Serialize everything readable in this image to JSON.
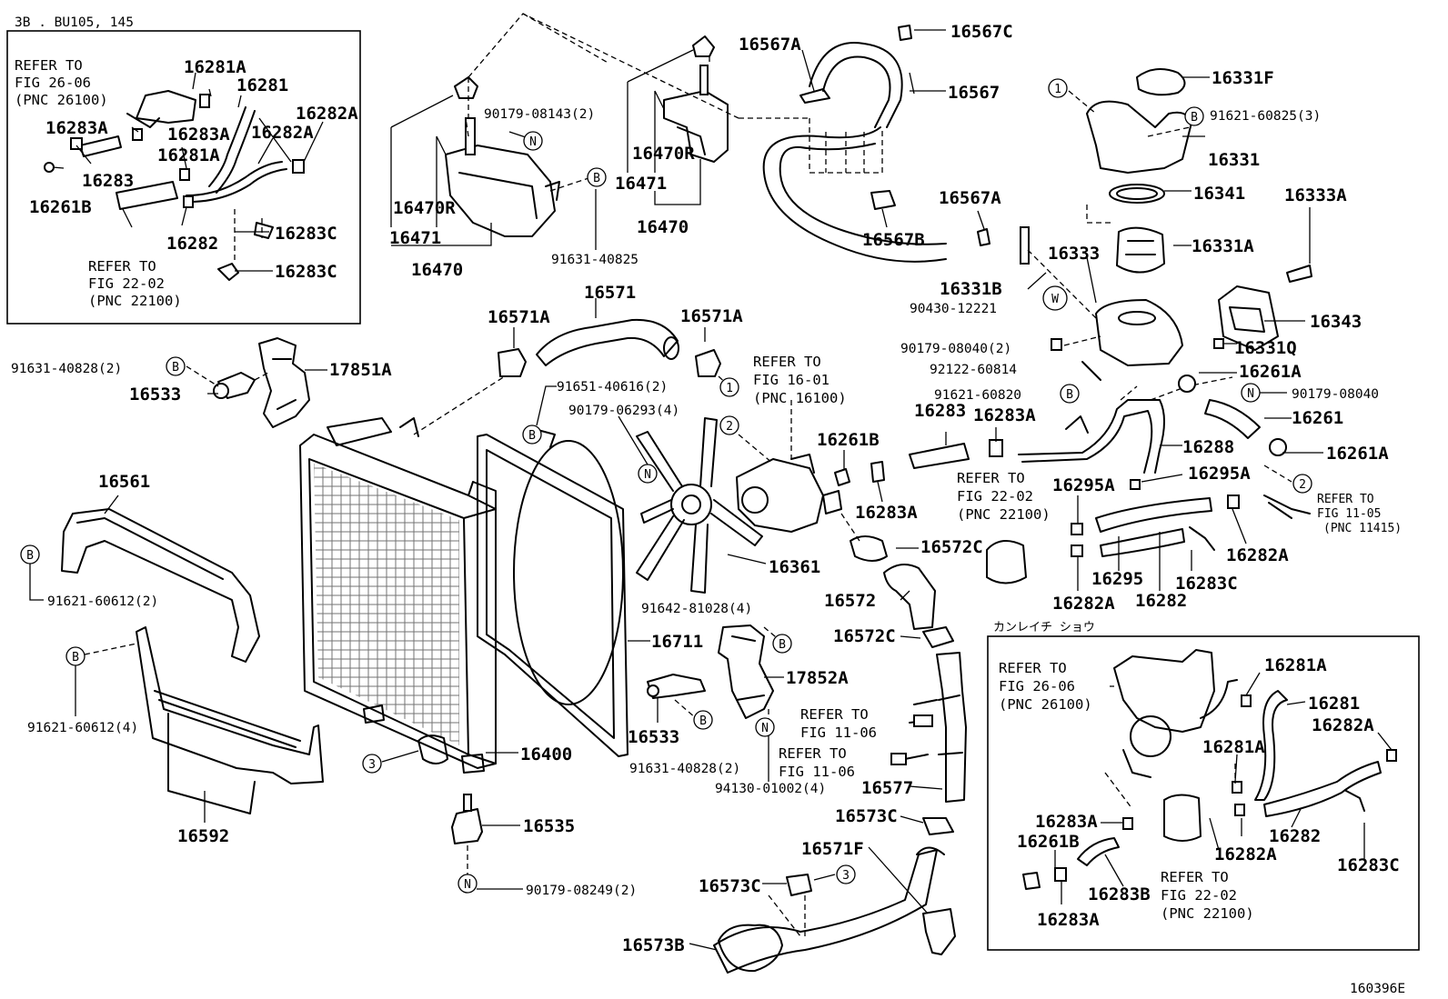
{
  "labels": {
    "t3b": "3B . BU105, 145",
    "l16281A_1": "16281A",
    "l16281_1": "16281",
    "l16282A_1": "16282A",
    "l16283A_1": "16283A",
    "l16283A_2": "16283A",
    "l16282A_2": "16282A",
    "l16281A_2": "16281A",
    "l16283_1": "16283",
    "l16261B_1": "16261B",
    "l16282_1": "16282",
    "l16283C_1": "16283C",
    "l16283C_2": "16283C",
    "l16470R_1": "16470R",
    "l16471_1": "16471",
    "l16470_1": "16470",
    "l16470R_2": "16470R",
    "l16471_2": "16471",
    "l16470_2": "16470",
    "l16567A_1": "16567A",
    "l16567C": "16567C",
    "l16567": "16567",
    "l16567A_2": "16567A",
    "l16567B": "16567B",
    "l16331F": "16331F",
    "l16331": "16331",
    "l16341": "16341",
    "l16333A": "16333A",
    "l16333": "16333",
    "l16331A": "16331A",
    "l16331B": "16331B",
    "l16343": "16343",
    "l16331Q": "16331Q",
    "l16261A_1": "16261A",
    "l16261": "16261",
    "l16261A_2": "16261A",
    "l16283_2": "16283",
    "l16283A_3": "16283A",
    "l16288": "16288",
    "l16295A_1": "16295A",
    "l16295A_2": "16295A",
    "l16295": "16295",
    "l16282_2": "16282",
    "l16282A_3": "16282A",
    "l16282A_4": "16282A",
    "l16283C_3": "16283C",
    "l16571": "16571",
    "l16571A_1": "16571A",
    "l16571A_2": "16571A",
    "l17851A": "17851A",
    "l16533_1": "16533",
    "l16561": "16561",
    "l16261B_2": "16261B",
    "l16283A_4": "16283A",
    "l16572C_1": "16572C",
    "l16361": "16361",
    "l16572": "16572",
    "l16711": "16711",
    "l16572C_2": "16572C",
    "l17852A": "17852A",
    "l16533_2": "16533",
    "l16400": "16400",
    "l16577": "16577",
    "l16592": "16592",
    "l16535": "16535",
    "l16573C_1": "16573C",
    "l16571F": "16571F",
    "l16573C_2": "16573C",
    "l16573B": "16573B",
    "l16281A_3": "16281A",
    "l16281_2": "16281",
    "l16282A_5": "16282A",
    "l16281A_4": "16281A",
    "l16283A_5": "16283A",
    "l16261B_3": "16261B",
    "l16283B": "16283B",
    "l16283A_6": "16283A",
    "l16282A_6": "16282A",
    "l16282_3": "16282",
    "l16283C_4": "16283C",
    "figid": "160396E"
  },
  "partnos": {
    "p1": "90179-08143(2)",
    "p2": "91631-40825",
    "p3": "91621-60825(3)",
    "p4": "90430-12221",
    "p5": "90179-08040(2)",
    "p6": "92122-60814",
    "p7": "91621-60820",
    "p8": "90179-08040",
    "p9": "91631-40828(2)",
    "p10": "91651-40616(2)",
    "p11": "90179-06293(4)",
    "p12": "91621-60612(2)",
    "p13": "91642-81028(4)",
    "p14": "91621-60612(4)",
    "p15": "91631-40828(2)",
    "p16": "94130-01002(4)",
    "p17": "90179-08249(2)"
  },
  "refs": {
    "r1": [
      "REFER TO",
      "FIG 26-06",
      "(PNC 26100)"
    ],
    "r2": [
      "REFER TO",
      "FIG 22-02",
      "(PNC 22100)"
    ],
    "r3": [
      "REFER TO",
      "FIG 16-01",
      "(PNC 16100)"
    ],
    "r4": [
      "REFER TO",
      "FIG 22-02",
      "(PNC 22100)"
    ],
    "r5": [
      "REFER TO",
      "FIG 11-05",
      "(PNC 11415)"
    ],
    "r6": [
      "REFER TO",
      "FIG 11-06"
    ],
    "r7": [
      "REFER TO",
      "FIG 11-06"
    ],
    "r8": [
      "REFER TO",
      "FIG 26-06",
      "(PNC 26100)"
    ],
    "r9": [
      "REFER TO",
      "FIG 22-02",
      "(PNC 22100)"
    ]
  },
  "caption": "カンレイチ ショウ",
  "marks": {
    "B": "B",
    "N": "N",
    "W": "W",
    "c1": "1",
    "c2": "2",
    "c3": "3"
  }
}
